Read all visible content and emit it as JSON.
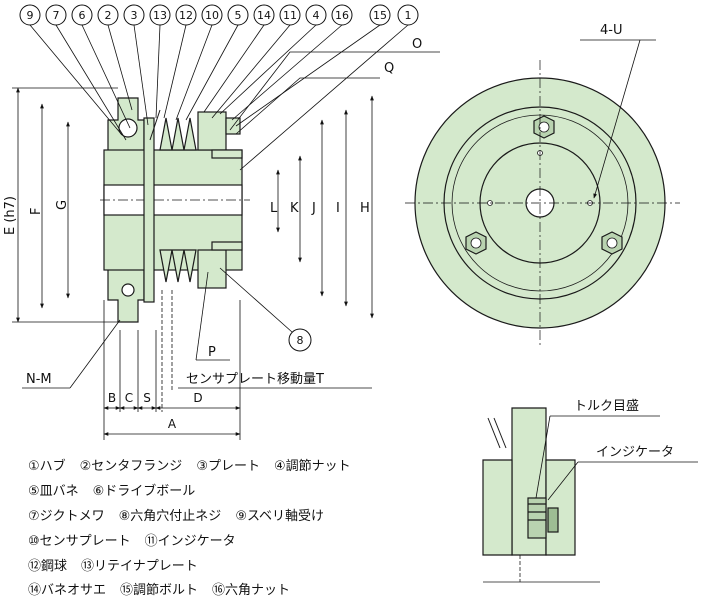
{
  "callouts": [
    "9",
    "7",
    "6",
    "2",
    "3",
    "13",
    "12",
    "10",
    "5",
    "14",
    "11",
    "4",
    "16",
    "15",
    "1"
  ],
  "callout_8": "8",
  "dims": {
    "O": "O",
    "Q": "Q",
    "U": "4-U",
    "E": "E (h7)",
    "F": "F",
    "G": "G",
    "L": "L",
    "K": "K",
    "J": "J",
    "I": "I",
    "H": "H",
    "P": "P",
    "NM": "N-M",
    "B": "B",
    "C": "C",
    "S": "S",
    "D": "D",
    "A": "A",
    "T": "センサプレート移動量T"
  },
  "detail": {
    "torque": "トルク目盛",
    "indicator": "インジケータ"
  },
  "legend": [
    [
      "①ハブ",
      "②センタフランジ",
      "③プレート",
      "④調節ナット"
    ],
    [
      "⑤皿バネ",
      "⑥ドライブボール"
    ],
    [
      "⑦ジクトメワ",
      "⑧六角穴付止ネジ",
      "⑨スベリ軸受け"
    ],
    [
      "⑩センサプレート",
      "⑪インジケータ"
    ],
    [
      "⑫鋼球",
      "⑬リテイナプレート"
    ],
    [
      "⑭バネオサエ",
      "⑮調節ボルト",
      "⑯六角ナット"
    ]
  ],
  "colors": {
    "part": "#d4e9cc",
    "line": "#1a1a1a"
  }
}
